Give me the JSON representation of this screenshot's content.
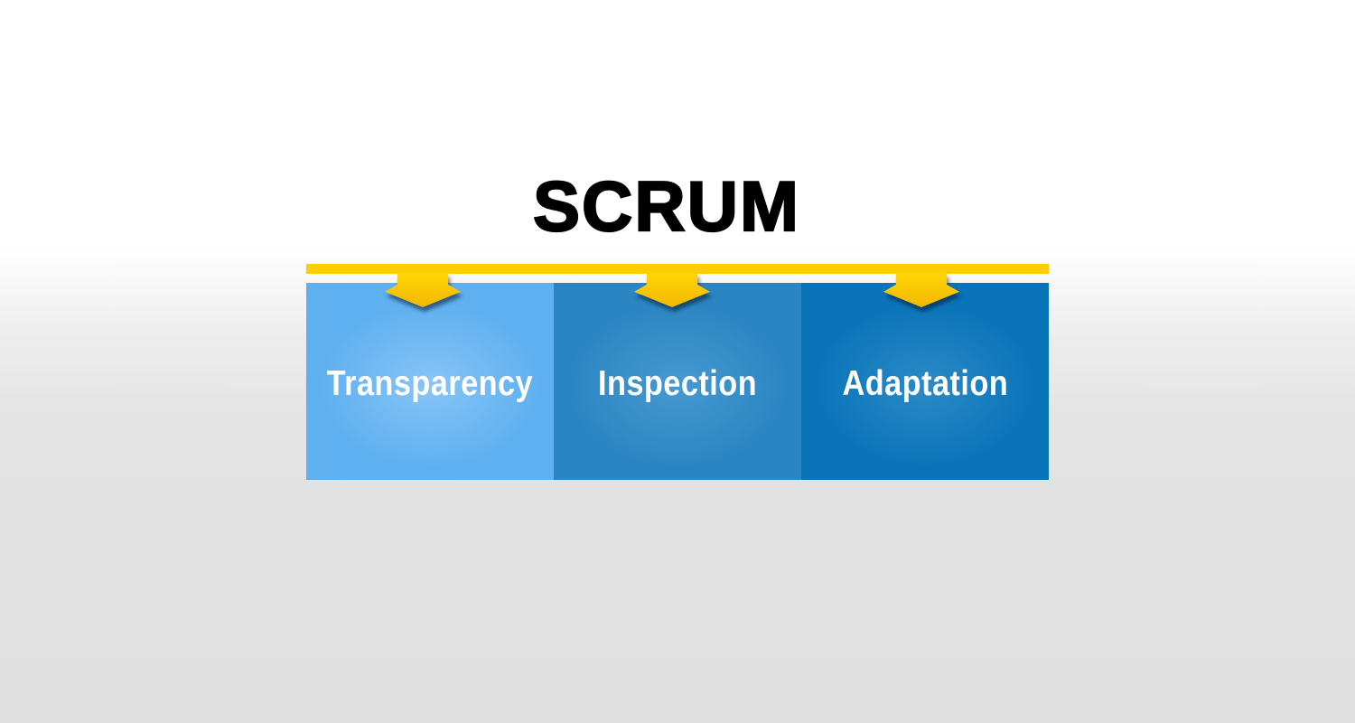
{
  "title": "SCRUM",
  "pillars": [
    {
      "label": "Transparency",
      "base": "#5FB0F0",
      "glow": "#87C5F7"
    },
    {
      "label": "Inspection",
      "base": "#2B85C2",
      "glow": "#4799D1"
    },
    {
      "label": "Adaptation",
      "base": "#0A74B9",
      "glow": "#2C8AC6"
    }
  ],
  "colors": {
    "bar_yellow": "#FFCD02",
    "arrow_yellow_top": "#FFD503",
    "arrow_yellow_bottom": "#F2B705",
    "arrow_shadow": "rgba(0,25,50,0.55)",
    "title_text": "#000000",
    "pillar_label_text": "#FFFFFF",
    "background_top": "#FFFFFF",
    "background_bottom": "#E0E0E0"
  },
  "icons": {
    "down_arrow": "▼"
  }
}
